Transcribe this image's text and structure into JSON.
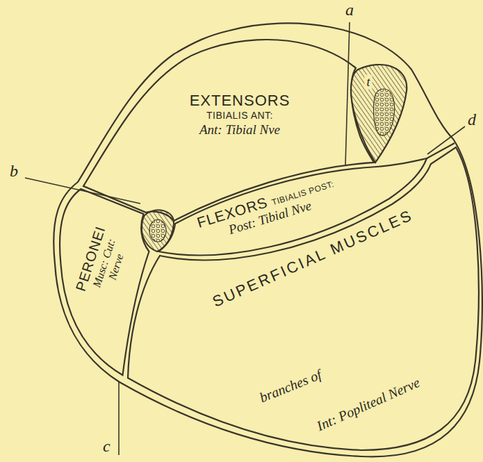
{
  "diagram": {
    "nodes": [
      {
        "text": [
          "EXTENSORS",
          "TIBIALIS ANT:",
          "Ant: Tibial Nve"
        ]
      },
      {
        "text": [
          "t"
        ]
      },
      {
        "text": [
          "PERONEI",
          "Musc: Cut: Nerve"
        ]
      },
      {
        "text": [
          "FLEXORS",
          "TIBIALIS POST:",
          "Post: Tibial Nve"
        ]
      },
      {
        "text": [
          "SUPERFICIAL MUSCLES",
          "branches of",
          "Int: Popliteal Nerve"
        ]
      }
    ],
    "labels": [
      "a",
      "b",
      "c",
      "d"
    ]
  }
}
